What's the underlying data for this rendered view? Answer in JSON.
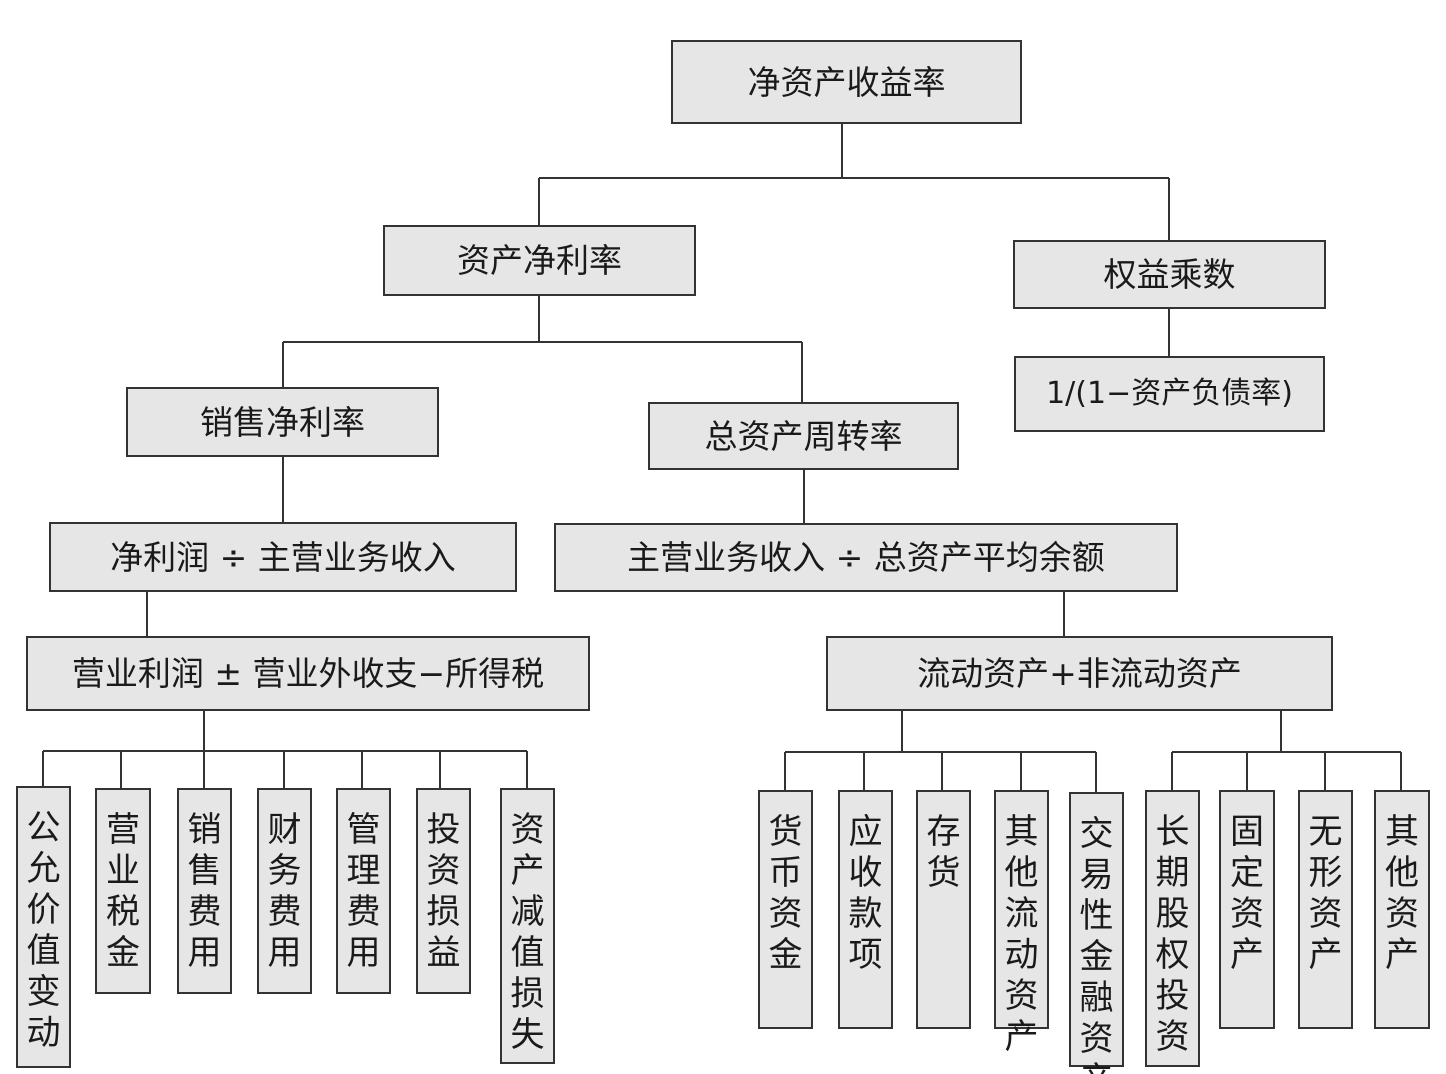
{
  "diagram": {
    "root": "净资产收益率",
    "level2": {
      "left": "资产净利率",
      "right": "权益乘数",
      "right_formula": "1/(1−资产负债率)"
    },
    "level3": {
      "left": "销售净利率",
      "right": "总资产周转率"
    },
    "formulas": {
      "left": "净利润 ÷ 主营业务收入",
      "right": "主营业务收入 ÷ 总资产平均余额"
    },
    "breakdowns": {
      "left": "营业利润 ± 营业外收支−所得税",
      "right": "流动资产+非流动资产"
    },
    "leaves": {
      "profit": [
        "公允价值变动",
        "营业税金",
        "销售费用",
        "财务费用",
        "管理费用",
        "投资损益",
        "资产减值损失"
      ],
      "current_assets": [
        "货币资金",
        "应收款项",
        "存 货",
        "其他流动资产",
        "交易性金融资产"
      ],
      "noncurrent_assets": [
        "长期股权投资",
        "固定资产",
        "无形资产",
        "其他资产"
      ]
    }
  }
}
